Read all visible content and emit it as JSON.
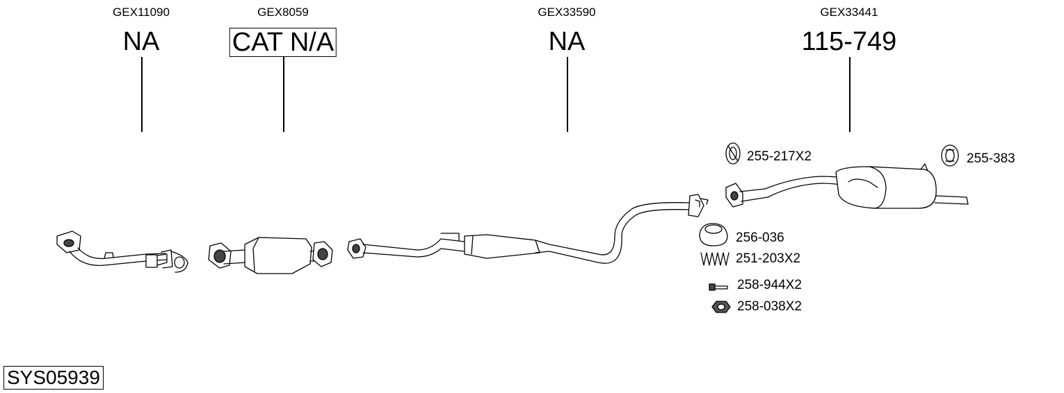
{
  "columns": [
    {
      "code": "GEX11090",
      "ref": "NA",
      "boxed": false
    },
    {
      "code": "GEX8059",
      "ref": "CAT N/A",
      "boxed": true
    },
    {
      "code": "GEX33590",
      "ref": "NA",
      "boxed": false
    },
    {
      "code": "GEX33441",
      "ref": "115-749",
      "boxed": false
    }
  ],
  "parts": [
    {
      "label": "255-217X2",
      "icon": "rubber-hanger-icon"
    },
    {
      "label": "255-383",
      "icon": "rubber-ring-hanger-icon"
    },
    {
      "label": "256-036",
      "icon": "gasket-ring-icon"
    },
    {
      "label": "251-203X2",
      "icon": "spring-icon"
    },
    {
      "label": "258-944X2",
      "icon": "bolt-icon"
    },
    {
      "label": "258-038X2",
      "icon": "nut-icon"
    }
  ],
  "system_id": "SYS05939"
}
